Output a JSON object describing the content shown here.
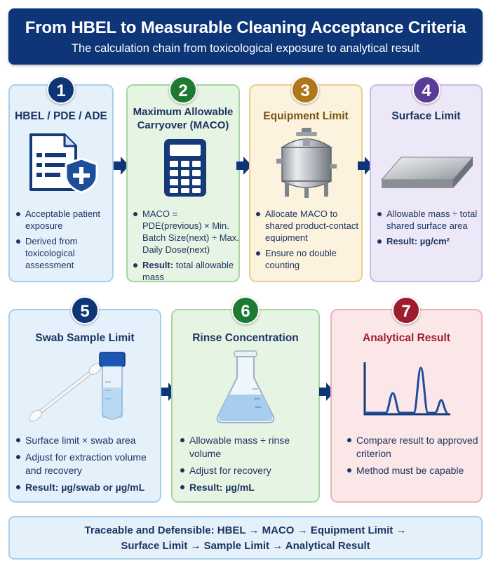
{
  "header": {
    "title": "From HBEL to Measurable Cleaning Acceptance Criteria",
    "subtitle": "The calculation chain from toxicological exposure to analytical result"
  },
  "steps": [
    {
      "number": "1",
      "title": "HBEL / PDE / ADE",
      "icon": "document-shield-icon",
      "bullets": [
        {
          "label": "",
          "text": "Acceptable patient exposure"
        },
        {
          "label": "",
          "text": "Derived from toxicological assessment"
        }
      ]
    },
    {
      "number": "2",
      "title_lines": [
        "Maximum Allowable",
        "Carryover (MACO)"
      ],
      "icon": "calculator-icon",
      "bullets": [
        {
          "label": "",
          "text": "MACO = PDE(previous) × Min. Batch Size(next) ÷ Max. Daily Dose(next)"
        },
        {
          "label": "Result:",
          "text": "total allowable mass"
        }
      ]
    },
    {
      "number": "3",
      "title": "Equipment Limit",
      "icon": "steel-tank-icon",
      "bullets": [
        {
          "label": "",
          "text": "Allocate MACO to shared product-contact equipment"
        },
        {
          "label": "",
          "text": "Ensure no double counting"
        }
      ]
    },
    {
      "number": "4",
      "title": "Surface Limit",
      "icon": "metal-plate-icon",
      "bullets": [
        {
          "label": "",
          "text": "Allowable mass ÷ total shared surface area"
        },
        {
          "label": "Result:",
          "text": "µg/cm²"
        }
      ]
    },
    {
      "number": "5",
      "title": "Swab Sample Limit",
      "icon": "swab-and-tube-icon",
      "bullets": [
        {
          "label": "",
          "text": "Surface limit × swab area"
        },
        {
          "label": "",
          "text": "Adjust for extraction volume and recovery"
        },
        {
          "label": "Result:",
          "text": "µg/swab or µg/mL"
        }
      ]
    },
    {
      "number": "6",
      "title": "Rinse Concentration",
      "icon": "erlenmeyer-flask-icon",
      "bullets": [
        {
          "label": "",
          "text": "Allowable mass ÷ rinse volume"
        },
        {
          "label": "",
          "text": "Adjust for recovery"
        },
        {
          "label": "Result:",
          "text": "µg/mL"
        }
      ]
    },
    {
      "number": "7",
      "title": "Analytical Result",
      "icon": "chromatogram-icon",
      "bullets": [
        {
          "label": "",
          "text": "Compare result to approved criterion"
        },
        {
          "label": "",
          "text": "Method must be capable"
        }
      ]
    }
  ],
  "footer": {
    "line1": "Traceable and Defensible: HBEL → MACO → Equipment Limit →",
    "line2": "Surface Limit → Sample Limit → Analytical Result"
  },
  "colors": {
    "navy": "#0e3577",
    "green": "#1d7a33",
    "gold": "#b0771a",
    "purple": "#5c3b98",
    "red": "#9e1c2e"
  }
}
